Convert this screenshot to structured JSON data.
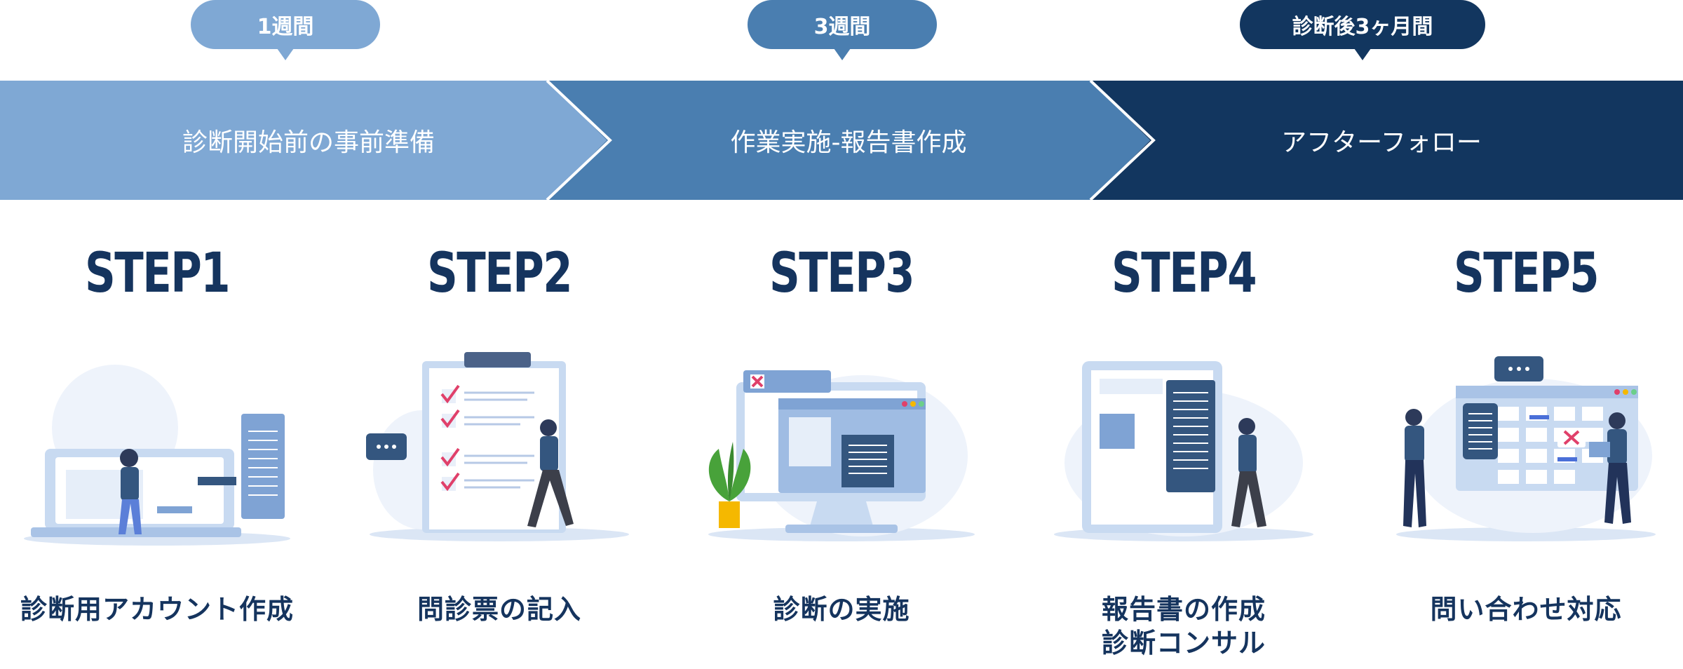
{
  "durations": [
    {
      "label": "1週間"
    },
    {
      "label": "3週間"
    },
    {
      "label": "診断後3ヶ月間"
    }
  ],
  "phases": [
    {
      "label": "診断開始前の事前準備",
      "color": "#7fa8d4"
    },
    {
      "label": "作業実施-報告書作成",
      "color": "#4a7eb0"
    },
    {
      "label": "アフターフォロー",
      "color": "#12365f"
    }
  ],
  "steps": [
    {
      "title": "STEP1",
      "caption": "診断用アカウント作成",
      "icon": "account-setup-illustration"
    },
    {
      "title": "STEP2",
      "caption": "問診票の記入",
      "icon": "checklist-illustration"
    },
    {
      "title": "STEP3",
      "caption": "診断の実施",
      "icon": "monitor-diagnosis-illustration"
    },
    {
      "title": "STEP4",
      "caption_line1": "報告書の作成",
      "caption_line2": "診断コンサル",
      "icon": "report-consulting-illustration"
    },
    {
      "title": "STEP5",
      "caption": "問い合わせ対応",
      "icon": "support-inquiry-illustration"
    }
  ],
  "colors": {
    "navy": "#15345e",
    "light_blue": "#7fa8d4",
    "mid_blue": "#4a7eb0",
    "dark_navy": "#12365f"
  }
}
